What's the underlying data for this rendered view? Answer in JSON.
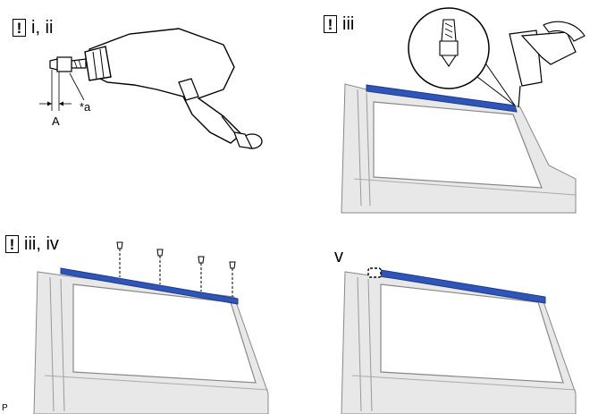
{
  "panels": [
    {
      "step_label": "i, ii",
      "has_warning_icon": true
    },
    {
      "step_label": "iii",
      "has_warning_icon": true
    },
    {
      "step_label": "iii, iv",
      "has_warning_icon": true
    },
    {
      "step_label": "v",
      "has_warning_icon": false
    }
  ],
  "warning_icon_symbol": "!",
  "dimension_label": "A",
  "callout_label": "*a",
  "footer_code": "P",
  "colors": {
    "moulding": "#2f55b8",
    "line": "#000000",
    "door_shade": "#dcdcdc"
  }
}
